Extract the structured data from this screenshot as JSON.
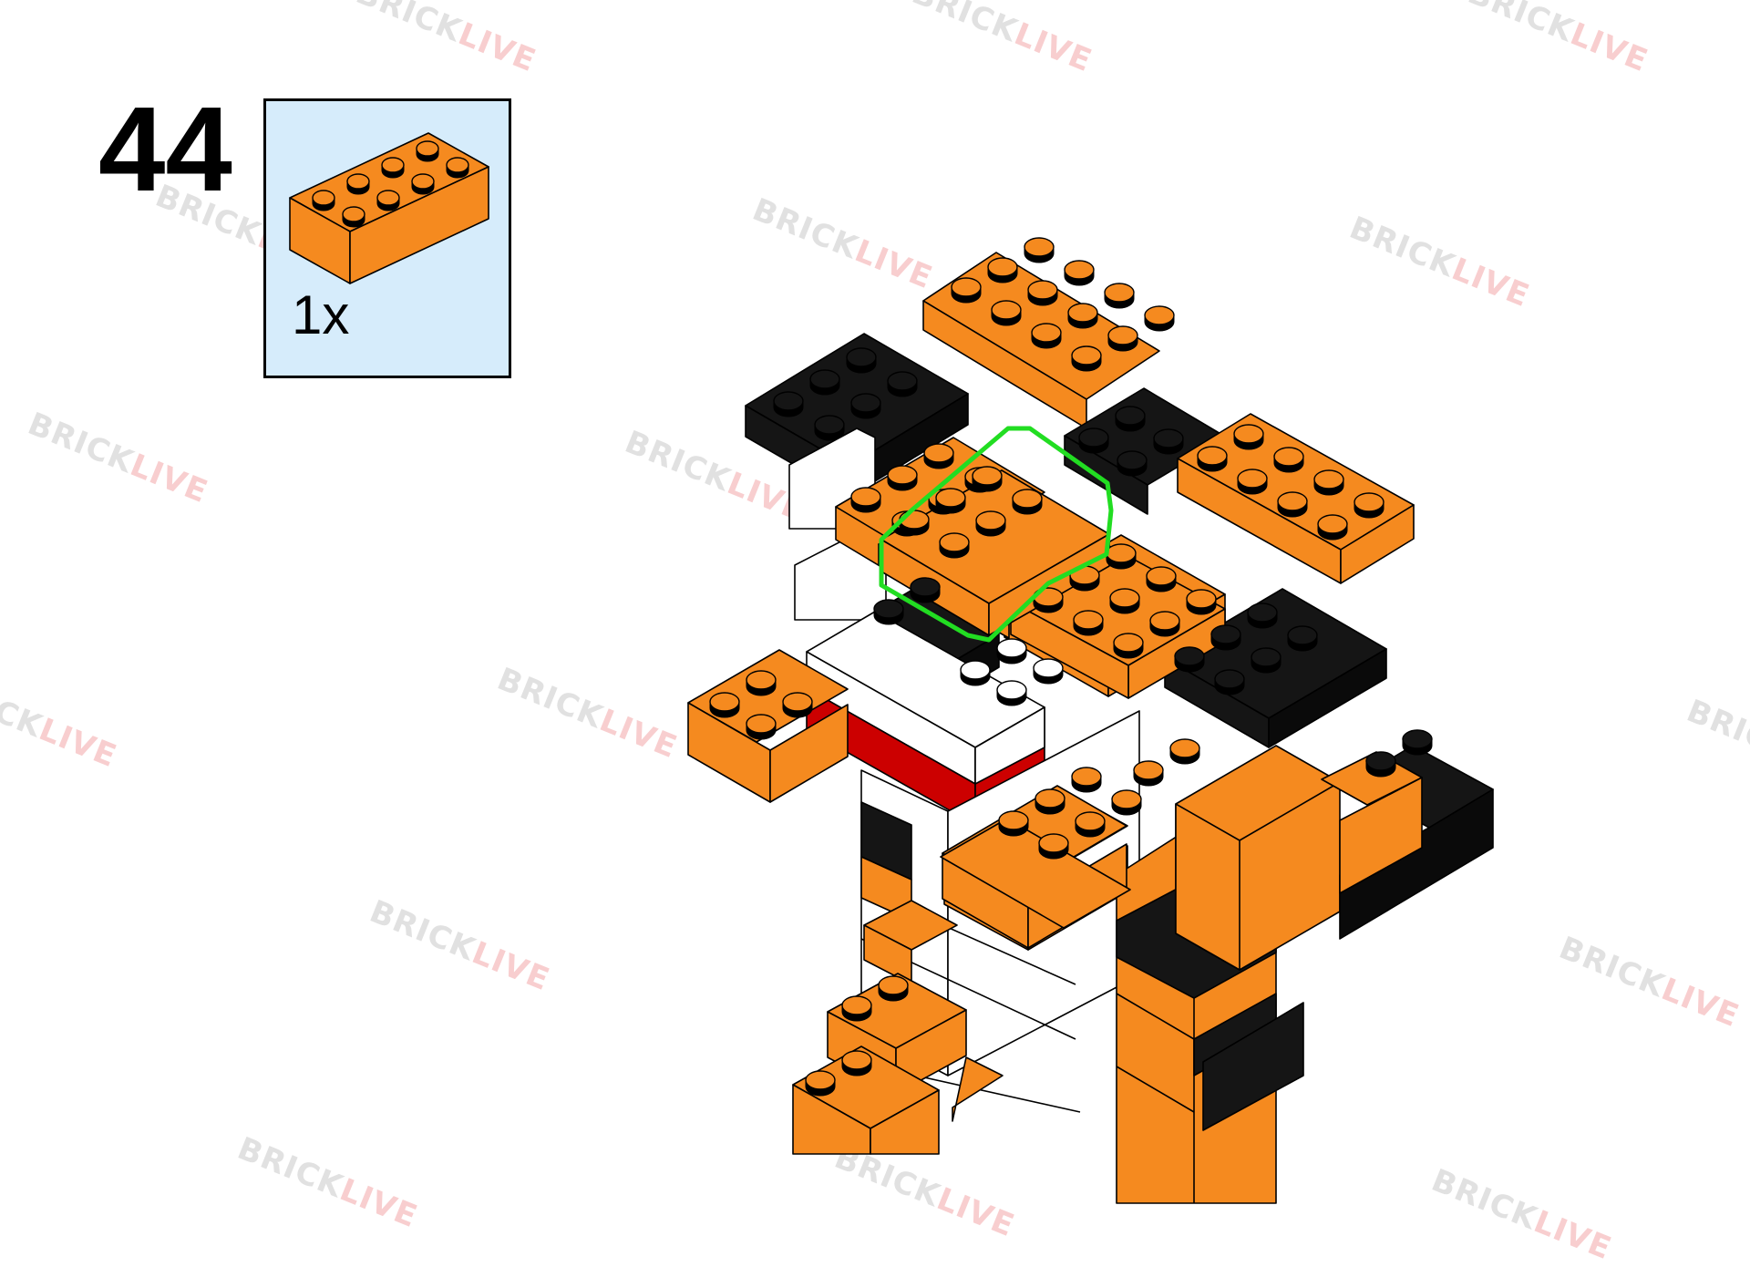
{
  "step": {
    "number": "44"
  },
  "parts": {
    "items": [
      {
        "icon": "orange-2x4-brick-icon",
        "quantity": "1x",
        "color": "#f58a1f"
      }
    ]
  },
  "watermark": {
    "part_a": "BRICK",
    "part_b": "LIVE"
  },
  "colors": {
    "orange": "#f58a1f",
    "black": "#111111",
    "white": "#ffffff",
    "red": "#cc0000",
    "highlight": "#22dd22",
    "parts_box_bg": "#d6ecfb"
  }
}
